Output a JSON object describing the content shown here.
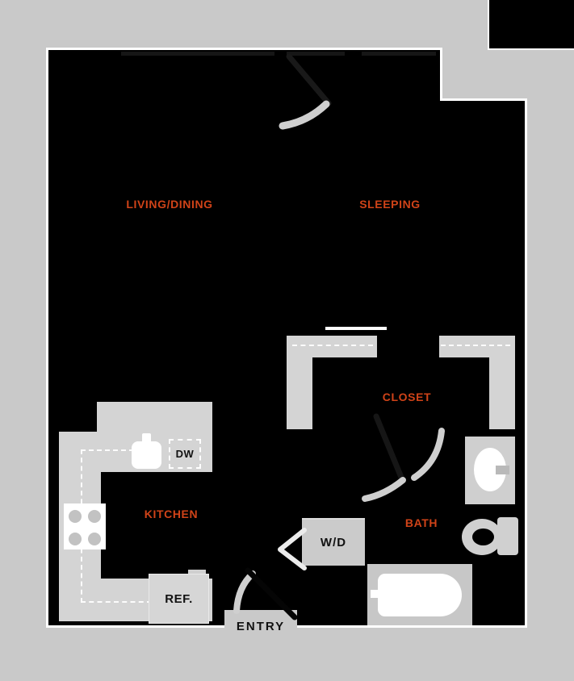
{
  "plan_title": "studio-apartment-floor-plan",
  "colors": {
    "background": "#c9c9c9",
    "walls": "#000000",
    "fixture_gray": "#d4d4d4",
    "accent_label_orange": "#d04318"
  },
  "rooms": {
    "living": "LIVING/DINING",
    "sleeping": "SLEEPING",
    "closet": "CLOSET",
    "kitchen": "KITCHEN",
    "bath": "BATH"
  },
  "fixtures": {
    "dishwasher": "DW",
    "washer_dryer": "W/D",
    "refrigerator": "REF.",
    "entry": "ENTRY"
  }
}
